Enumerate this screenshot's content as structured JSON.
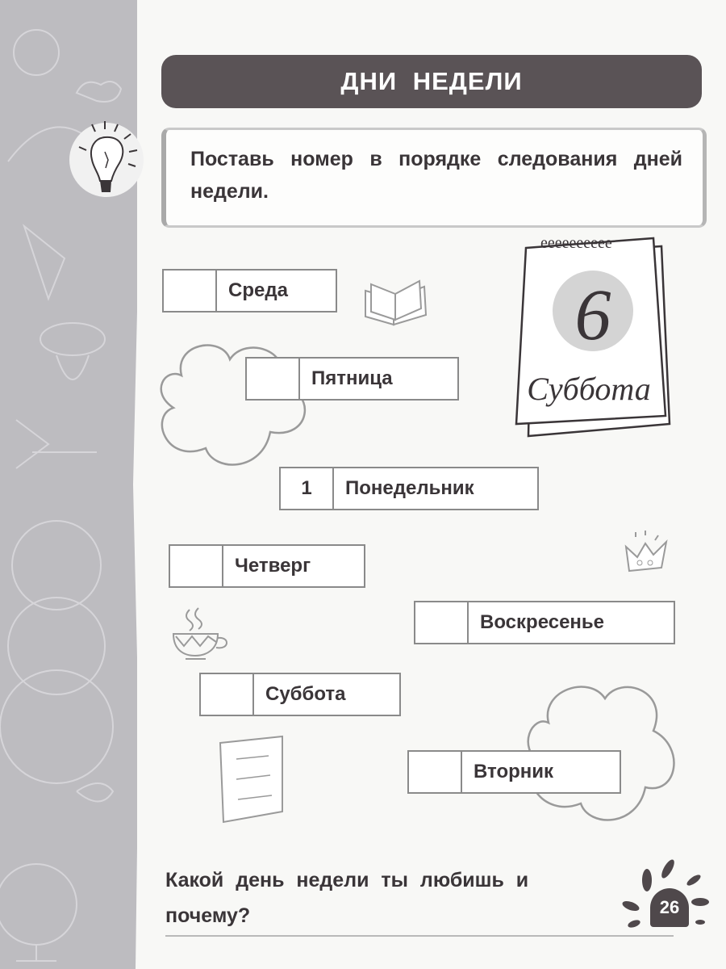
{
  "header": {
    "title": "ДНИ  НЕДЕЛИ"
  },
  "instruction": {
    "text": "Поставь номер в порядке следования дней недели.",
    "icon": "lightbulb-icon"
  },
  "calendar_example": {
    "number": "6",
    "day": "Суббота",
    "icon": "desk-calendar-icon"
  },
  "days": [
    {
      "number": "",
      "name": "Среда"
    },
    {
      "number": "",
      "name": "Пятница"
    },
    {
      "number": "1",
      "name": "Понедельник"
    },
    {
      "number": "",
      "name": "Четверг"
    },
    {
      "number": "",
      "name": "Воскресенье"
    },
    {
      "number": "",
      "name": "Суббота"
    },
    {
      "number": "",
      "name": "Вторник"
    }
  ],
  "question": {
    "text": "Какой день недели ты любишь и почему?",
    "answer": ""
  },
  "page_number": "26",
  "colors": {
    "title_bar": "#5a5356",
    "sidebar": "#bdbcc0",
    "text": "#3a3538",
    "box_border": "#8a8a8a"
  }
}
